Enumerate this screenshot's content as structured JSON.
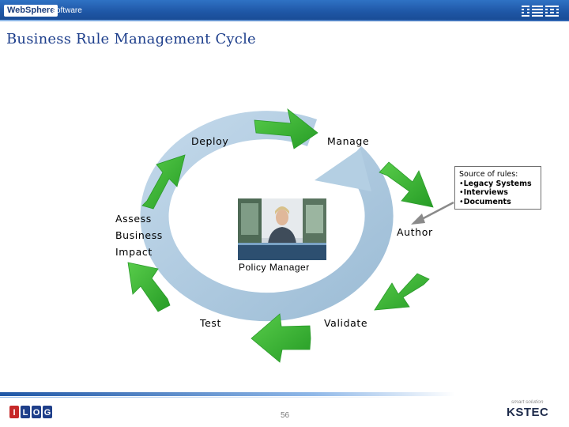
{
  "header": {
    "logo_text": "WebSphere",
    "product_text": "software",
    "brand_logo": "IBM",
    "colors": {
      "bar": "#1f57a6",
      "accent": "#8fb8e8"
    }
  },
  "slide": {
    "title": "Business Rule Management Cycle"
  },
  "cycle": {
    "stages": {
      "deploy": "Deploy",
      "manage": "Manage",
      "author": "Author",
      "validate": "Validate",
      "test": "Test",
      "assess": [
        "Assess",
        "Business",
        "Impact"
      ]
    },
    "center": {
      "caption": "Policy Manager",
      "image": "business-person-photo"
    },
    "colors": {
      "ring": "#a9c6dd",
      "arrow": "#3cb43c",
      "arrow_dark": "#2a9a2a"
    }
  },
  "sources": {
    "title": "Source of rules:",
    "items": [
      "Legacy Systems",
      "Interviews",
      "Documents"
    ]
  },
  "footer": {
    "left_logo": "ILOG",
    "page_number": "56",
    "right_logo_tagline": "smart solution",
    "right_logo": "KSTEC"
  }
}
